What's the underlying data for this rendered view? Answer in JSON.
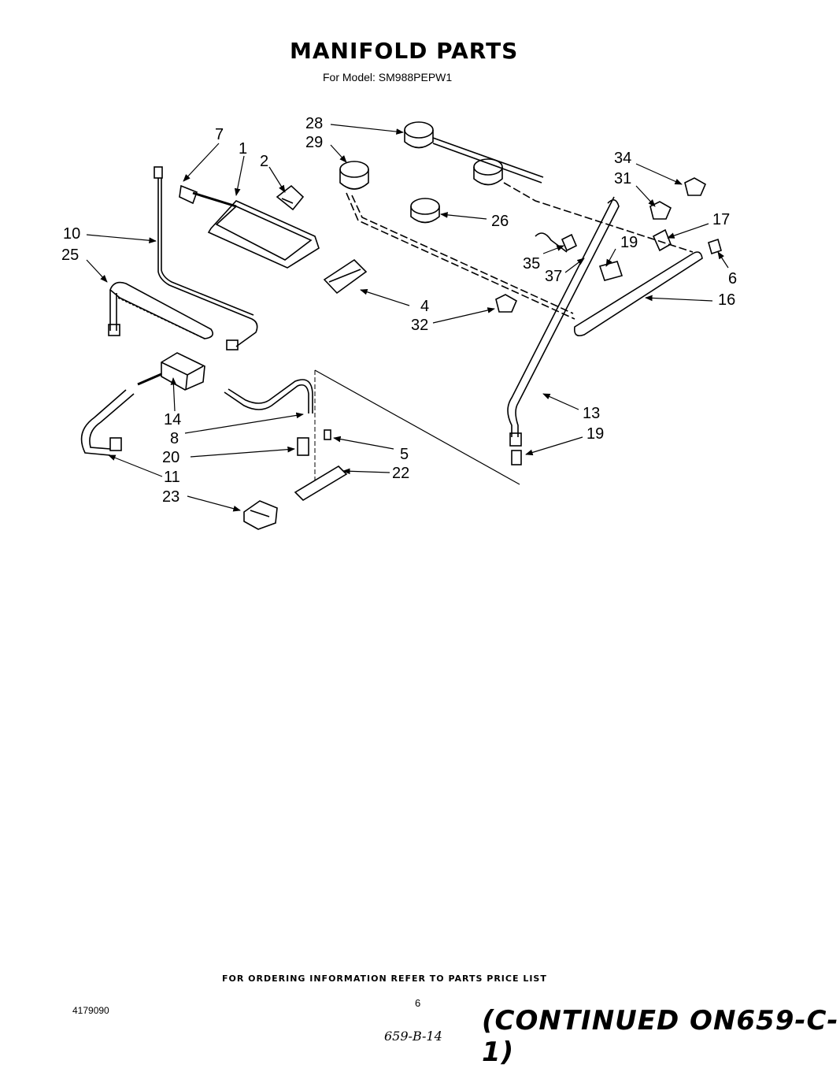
{
  "header": {
    "title": "MANIFOLD PARTS",
    "subtitle": "For Model: SM988PEPW1"
  },
  "callouts": {
    "c7": "7",
    "c1": "1",
    "c2": "2",
    "c10": "10",
    "c25": "25",
    "c28": "28",
    "c29": "29",
    "c26": "26",
    "c34": "34",
    "c31": "31",
    "c17": "17",
    "c35": "35",
    "c19a": "19",
    "c37": "37",
    "c6": "6",
    "c4": "4",
    "c32": "32",
    "c16": "16",
    "c14": "14",
    "c8": "8",
    "c20": "20",
    "c11": "11",
    "c23": "23",
    "c5": "5",
    "c22": "22",
    "c13": "13",
    "c19b": "19"
  },
  "footer": {
    "ordering_info": "FOR ORDERING INFORMATION REFER TO PARTS PRICE LIST",
    "doc_number": "4179090",
    "page_number": "6",
    "handwritten_ref": "659-B-14",
    "continued": "(CONTINUED ON659-C-1)"
  }
}
